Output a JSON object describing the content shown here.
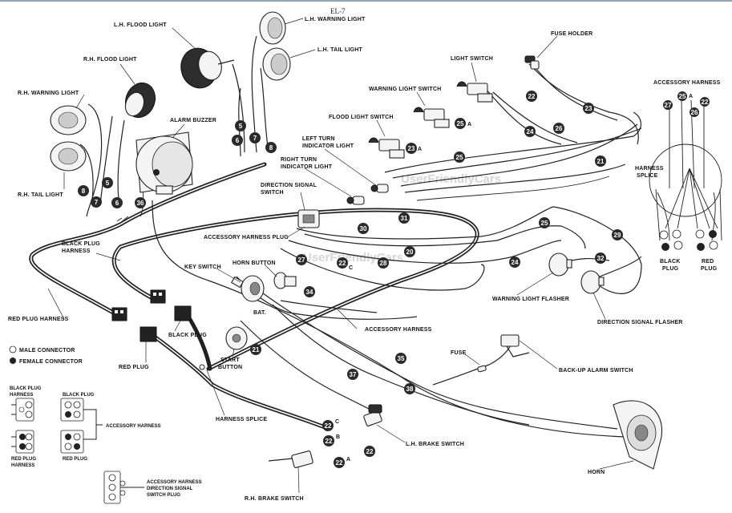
{
  "page_code": "EL-7",
  "watermark": "UserFriendlyCars",
  "labels": {
    "lh_flood_light": "L.H. FLOOD LIGHT",
    "lh_warning_light": "L.H. WARNING LIGHT",
    "lh_tail_light": "L.H. TAIL LIGHT",
    "rh_flood_light": "R.H. FLOOD LIGHT",
    "rh_warning_light": "R.H. WARNING LIGHT",
    "rh_tail_light": "R.H. TAIL LIGHT",
    "alarm_buzzer": "ALARM BUZZER",
    "fuse_holder": "FUSE HOLDER",
    "light_switch": "LIGHT SWITCH",
    "warning_light_switch": "WARNING LIGHT SWITCH",
    "flood_light_switch": "FLOOD LIGHT SWITCH",
    "left_turn_indicator_light": "LEFT TURN\nINDICATOR LIGHT",
    "right_turn_indicator_light": "RIGHT TURN\nINDICATOR LIGHT",
    "direction_signal_switch": "DIRECTION SIGNAL\nSWITCH",
    "accessory_harness_plug": "ACCESSORY HARNESS PLUG",
    "black_plug_harness": "BLACK PLUG\nHARNESS",
    "key_switch": "KEY SWITCH",
    "horn_button": "HORN BUTTON",
    "bat": "BAT.",
    "accessory_harness": "ACCESSORY HARNESS",
    "red_plug_harness": "RED PLUG HARNESS",
    "black_plug": "BLACK PLUG",
    "red_plug": "RED PLUG",
    "start_button": "START\nBUTTON",
    "harness_splice": "HARNESS SPLICE",
    "warning_light_flasher": "WARNING LIGHT FLASHER",
    "direction_signal_flasher": "DIRECTION SIGNAL FLASHER",
    "fuse": "FUSE",
    "back_up_alarm_switch": "BACK-UP ALARM SWITCH",
    "lh_brake_switch": "L.H. BRAKE SWITCH",
    "rh_brake_switch": "R.H. BRAKE SWITCH",
    "horn": "HORN",
    "right_accessory_harness": "ACCESSORY HARNESS",
    "right_harness_splice": "HARNESS\nSPLICE",
    "right_black_plug": "BLACK\nPLUG",
    "right_red_plug": "RED\nPLUG"
  },
  "legend": {
    "male_connector": "MALE CONNECTOR",
    "female_connector": "FEMALE CONNECTOR",
    "black_plug_harness": "BLACK PLUG\nHARNESS",
    "black_plug": "BLACK PLUG",
    "accessory_harness": "ACCESSORY HARNESS",
    "red_plug_harness": "RED PLUG\nHARNESS",
    "red_plug": "RED PLUG",
    "accessory_direction_plug": "ACCESSORY HARNESS\nDIRECTION SIGNAL\nSWITCH PLUG"
  },
  "wire_numbers": {
    "w5a": "5",
    "w6a": "6",
    "w7a": "7",
    "w8a": "8",
    "w8b": "8",
    "w7b": "7",
    "w5b": "5",
    "w6b": "6",
    "w36": "36",
    "w22a": "22",
    "w24a": "24",
    "w26a": "26",
    "w23a": "23",
    "w25a": "25",
    "w25b": "25",
    "w23b": "23",
    "w21a": "21",
    "w30": "30",
    "w31": "31",
    "w28": "28",
    "w20": "20",
    "w27": "27",
    "w22b": "22",
    "w34": "34",
    "w25c": "25",
    "w29": "29",
    "w24b": "24",
    "w32": "32",
    "w21b": "21",
    "w35": "35",
    "w37": "37",
    "w38": "38",
    "w22c": "22",
    "w22d": "22",
    "w22e": "22",
    "w22f": "22",
    "r27": "27",
    "r25": "25",
    "r26": "26",
    "r22": "22"
  },
  "wire_suffixes": {
    "a": "A",
    "b": "B",
    "c": "C"
  }
}
